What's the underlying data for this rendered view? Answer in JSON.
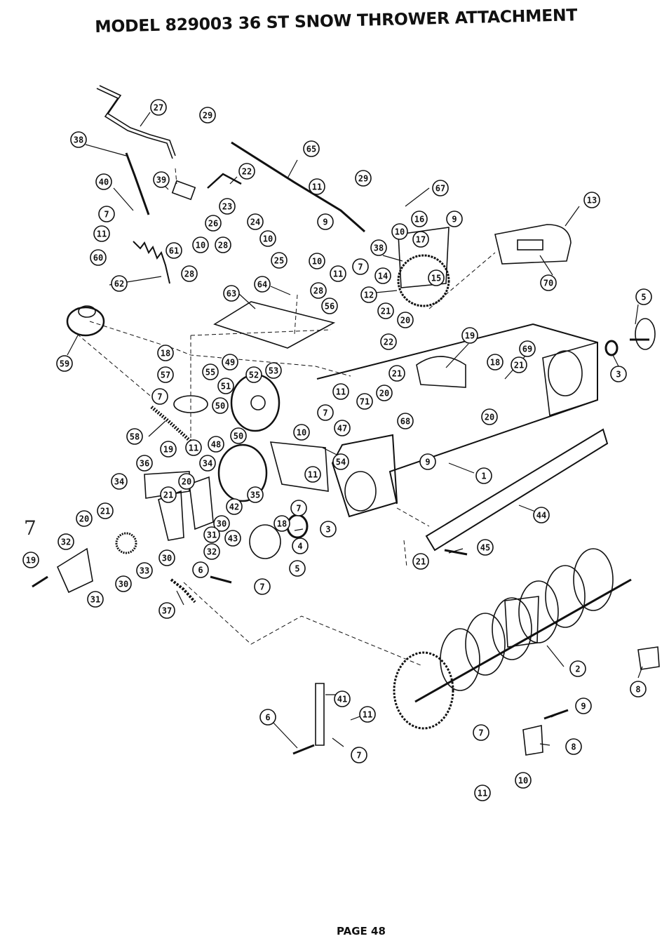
{
  "title": "MODEL 829003 36 ST SNOW THROWER ATTACHMENT",
  "footer": "PAGE 48",
  "margin_mark": "7",
  "callouts": [
    {
      "id": "c27",
      "label": "27"
    },
    {
      "id": "c29a",
      "label": "29"
    },
    {
      "id": "c38a",
      "label": "38"
    },
    {
      "id": "c65",
      "label": "65"
    },
    {
      "id": "c22a",
      "label": "22"
    },
    {
      "id": "c11a",
      "label": "11"
    },
    {
      "id": "c29b",
      "label": "29"
    },
    {
      "id": "c67",
      "label": "67"
    },
    {
      "id": "c13",
      "label": "13"
    },
    {
      "id": "c40",
      "label": "40"
    },
    {
      "id": "c39",
      "label": "39"
    },
    {
      "id": "c23",
      "label": "23"
    },
    {
      "id": "c7a",
      "label": "7"
    },
    {
      "id": "c26",
      "label": "26"
    },
    {
      "id": "c24",
      "label": "24"
    },
    {
      "id": "c9a",
      "label": "9"
    },
    {
      "id": "c16",
      "label": "16"
    },
    {
      "id": "c9b",
      "label": "9"
    },
    {
      "id": "c11b",
      "label": "11"
    },
    {
      "id": "c10a",
      "label": "10"
    },
    {
      "id": "c28a",
      "label": "28"
    },
    {
      "id": "c10b",
      "label": "10"
    },
    {
      "id": "c10c",
      "label": "10"
    },
    {
      "id": "c17",
      "label": "17"
    },
    {
      "id": "c60",
      "label": "60"
    },
    {
      "id": "c61",
      "label": "61"
    },
    {
      "id": "c25",
      "label": "25"
    },
    {
      "id": "c10d",
      "label": "10"
    },
    {
      "id": "c38b",
      "label": "38"
    },
    {
      "id": "c7b",
      "label": "7"
    },
    {
      "id": "c11c",
      "label": "11"
    },
    {
      "id": "c14",
      "label": "14"
    },
    {
      "id": "c15",
      "label": "15"
    },
    {
      "id": "c28b",
      "label": "28"
    },
    {
      "id": "c62",
      "label": "62"
    },
    {
      "id": "c12",
      "label": "12"
    },
    {
      "id": "c70",
      "label": "70"
    },
    {
      "id": "c64",
      "label": "64"
    },
    {
      "id": "c63",
      "label": "63"
    },
    {
      "id": "c28c",
      "label": "28"
    },
    {
      "id": "c56",
      "label": "56"
    },
    {
      "id": "c21a",
      "label": "21"
    },
    {
      "id": "c20a",
      "label": "20"
    },
    {
      "id": "c5a",
      "label": "5"
    },
    {
      "id": "c19a",
      "label": "19"
    },
    {
      "id": "c22b",
      "label": "22"
    },
    {
      "id": "c69",
      "label": "69"
    },
    {
      "id": "c18a",
      "label": "18"
    },
    {
      "id": "c21b",
      "label": "21"
    },
    {
      "id": "c3a",
      "label": "3"
    },
    {
      "id": "c59",
      "label": "59"
    },
    {
      "id": "c18b",
      "label": "18"
    },
    {
      "id": "c49",
      "label": "49"
    },
    {
      "id": "c57",
      "label": "57"
    },
    {
      "id": "c55",
      "label": "55"
    },
    {
      "id": "c52",
      "label": "52"
    },
    {
      "id": "c53",
      "label": "53"
    },
    {
      "id": "c21c",
      "label": "21"
    },
    {
      "id": "c51",
      "label": "51"
    },
    {
      "id": "c11d",
      "label": "11"
    },
    {
      "id": "c20b",
      "label": "20"
    },
    {
      "id": "c7c",
      "label": "7"
    },
    {
      "id": "c50a",
      "label": "50"
    },
    {
      "id": "c71",
      "label": "71"
    },
    {
      "id": "c7d",
      "label": "7"
    },
    {
      "id": "c68",
      "label": "68"
    },
    {
      "id": "c58",
      "label": "58"
    },
    {
      "id": "c50b",
      "label": "50"
    },
    {
      "id": "c10e",
      "label": "10"
    },
    {
      "id": "c47",
      "label": "47"
    },
    {
      "id": "c11e",
      "label": "11"
    },
    {
      "id": "c48",
      "label": "48"
    },
    {
      "id": "c9c",
      "label": "9"
    },
    {
      "id": "c1",
      "label": "1"
    },
    {
      "id": "c19b",
      "label": "19"
    },
    {
      "id": "c34a",
      "label": "34"
    },
    {
      "id": "c54",
      "label": "54"
    },
    {
      "id": "c36",
      "label": "36"
    },
    {
      "id": "c11f",
      "label": "11"
    },
    {
      "id": "c34b",
      "label": "34"
    },
    {
      "id": "c20c",
      "label": "20"
    },
    {
      "id": "c21d",
      "label": "21"
    },
    {
      "id": "c35",
      "label": "35"
    },
    {
      "id": "c42",
      "label": "42"
    },
    {
      "id": "c7e",
      "label": "7"
    },
    {
      "id": "c44",
      "label": "44"
    },
    {
      "id": "c20d",
      "label": "20"
    },
    {
      "id": "c21e",
      "label": "21"
    },
    {
      "id": "c30a",
      "label": "30"
    },
    {
      "id": "c18c",
      "label": "18"
    },
    {
      "id": "c3b",
      "label": "3"
    },
    {
      "id": "c31a",
      "label": "31"
    },
    {
      "id": "c43",
      "label": "43"
    },
    {
      "id": "c32a",
      "label": "32"
    },
    {
      "id": "c32b",
      "label": "32"
    },
    {
      "id": "c4",
      "label": "4"
    },
    {
      "id": "c45",
      "label": "45"
    },
    {
      "id": "c20e",
      "label": "20"
    },
    {
      "id": "c21f",
      "label": "21"
    },
    {
      "id": "c19c",
      "label": "19"
    },
    {
      "id": "c30b",
      "label": "30"
    },
    {
      "id": "c33",
      "label": "33"
    },
    {
      "id": "c6a",
      "label": "6"
    },
    {
      "id": "c5b",
      "label": "5"
    },
    {
      "id": "c30c",
      "label": "30"
    },
    {
      "id": "c7f",
      "label": "7"
    },
    {
      "id": "c31b",
      "label": "31"
    },
    {
      "id": "c37",
      "label": "37"
    },
    {
      "id": "c2",
      "label": "2"
    },
    {
      "id": "c8a",
      "label": "8"
    },
    {
      "id": "c41",
      "label": "41"
    },
    {
      "id": "c6b",
      "label": "6"
    },
    {
      "id": "c11g",
      "label": "11"
    },
    {
      "id": "c9d",
      "label": "9"
    },
    {
      "id": "c7g",
      "label": "7"
    },
    {
      "id": "c7h",
      "label": "7"
    },
    {
      "id": "c8b",
      "label": "8"
    },
    {
      "id": "c11h",
      "label": "11"
    },
    {
      "id": "c10f",
      "label": "10"
    }
  ]
}
